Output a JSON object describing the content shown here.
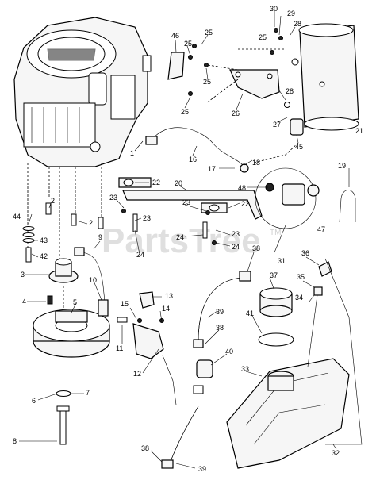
{
  "watermark": {
    "text": "PartsTree",
    "tm": "TM"
  },
  "callouts": [
    {
      "id": "c30",
      "label": "30"
    },
    {
      "id": "c29",
      "label": "29"
    },
    {
      "id": "c28a",
      "label": "28"
    },
    {
      "id": "c25a",
      "label": "25"
    },
    {
      "id": "c46",
      "label": "46"
    },
    {
      "id": "c25b",
      "label": "25"
    },
    {
      "id": "c25c",
      "label": "25"
    },
    {
      "id": "c25d",
      "label": "25"
    },
    {
      "id": "c25e",
      "label": "25"
    },
    {
      "id": "c28b",
      "label": "28"
    },
    {
      "id": "c26",
      "label": "26"
    },
    {
      "id": "c27",
      "label": "27"
    },
    {
      "id": "c45",
      "label": "45"
    },
    {
      "id": "c21",
      "label": "21"
    },
    {
      "id": "c1",
      "label": "1"
    },
    {
      "id": "c16",
      "label": "16"
    },
    {
      "id": "c17",
      "label": "17"
    },
    {
      "id": "c18",
      "label": "18"
    },
    {
      "id": "c19",
      "label": "19"
    },
    {
      "id": "c48",
      "label": "48"
    },
    {
      "id": "c47",
      "label": "47"
    },
    {
      "id": "c22a",
      "label": "22"
    },
    {
      "id": "c20",
      "label": "20"
    },
    {
      "id": "c22b",
      "label": "22"
    },
    {
      "id": "c23a",
      "label": "23"
    },
    {
      "id": "c23b",
      "label": "23"
    },
    {
      "id": "c24a",
      "label": "24"
    },
    {
      "id": "c23c",
      "label": "23"
    },
    {
      "id": "c23d",
      "label": "23"
    },
    {
      "id": "c24b",
      "label": "24"
    },
    {
      "id": "c24c",
      "label": "24"
    },
    {
      "id": "c31",
      "label": "31"
    },
    {
      "id": "c2a",
      "label": "2"
    },
    {
      "id": "c2b",
      "label": "2"
    },
    {
      "id": "c44",
      "label": "44"
    },
    {
      "id": "c43",
      "label": "43"
    },
    {
      "id": "c42",
      "label": "42"
    },
    {
      "id": "c9",
      "label": "9"
    },
    {
      "id": "c3",
      "label": "3"
    },
    {
      "id": "c10",
      "label": "10"
    },
    {
      "id": "c4",
      "label": "4"
    },
    {
      "id": "c5",
      "label": "5"
    },
    {
      "id": "c11",
      "label": "11"
    },
    {
      "id": "c15",
      "label": "15"
    },
    {
      "id": "c13",
      "label": "13"
    },
    {
      "id": "c14",
      "label": "14"
    },
    {
      "id": "c12",
      "label": "12"
    },
    {
      "id": "c6",
      "label": "6"
    },
    {
      "id": "c7",
      "label": "7"
    },
    {
      "id": "c8",
      "label": "8"
    },
    {
      "id": "c38a",
      "label": "38"
    },
    {
      "id": "c36",
      "label": "36"
    },
    {
      "id": "c37",
      "label": "37"
    },
    {
      "id": "c35",
      "label": "35"
    },
    {
      "id": "c34",
      "label": "34"
    },
    {
      "id": "c39a",
      "label": "39"
    },
    {
      "id": "c41",
      "label": "41"
    },
    {
      "id": "c38b",
      "label": "38"
    },
    {
      "id": "c40",
      "label": "40"
    },
    {
      "id": "c33",
      "label": "33"
    },
    {
      "id": "c38c",
      "label": "38"
    },
    {
      "id": "c39b",
      "label": "39"
    },
    {
      "id": "c32",
      "label": "32"
    }
  ]
}
